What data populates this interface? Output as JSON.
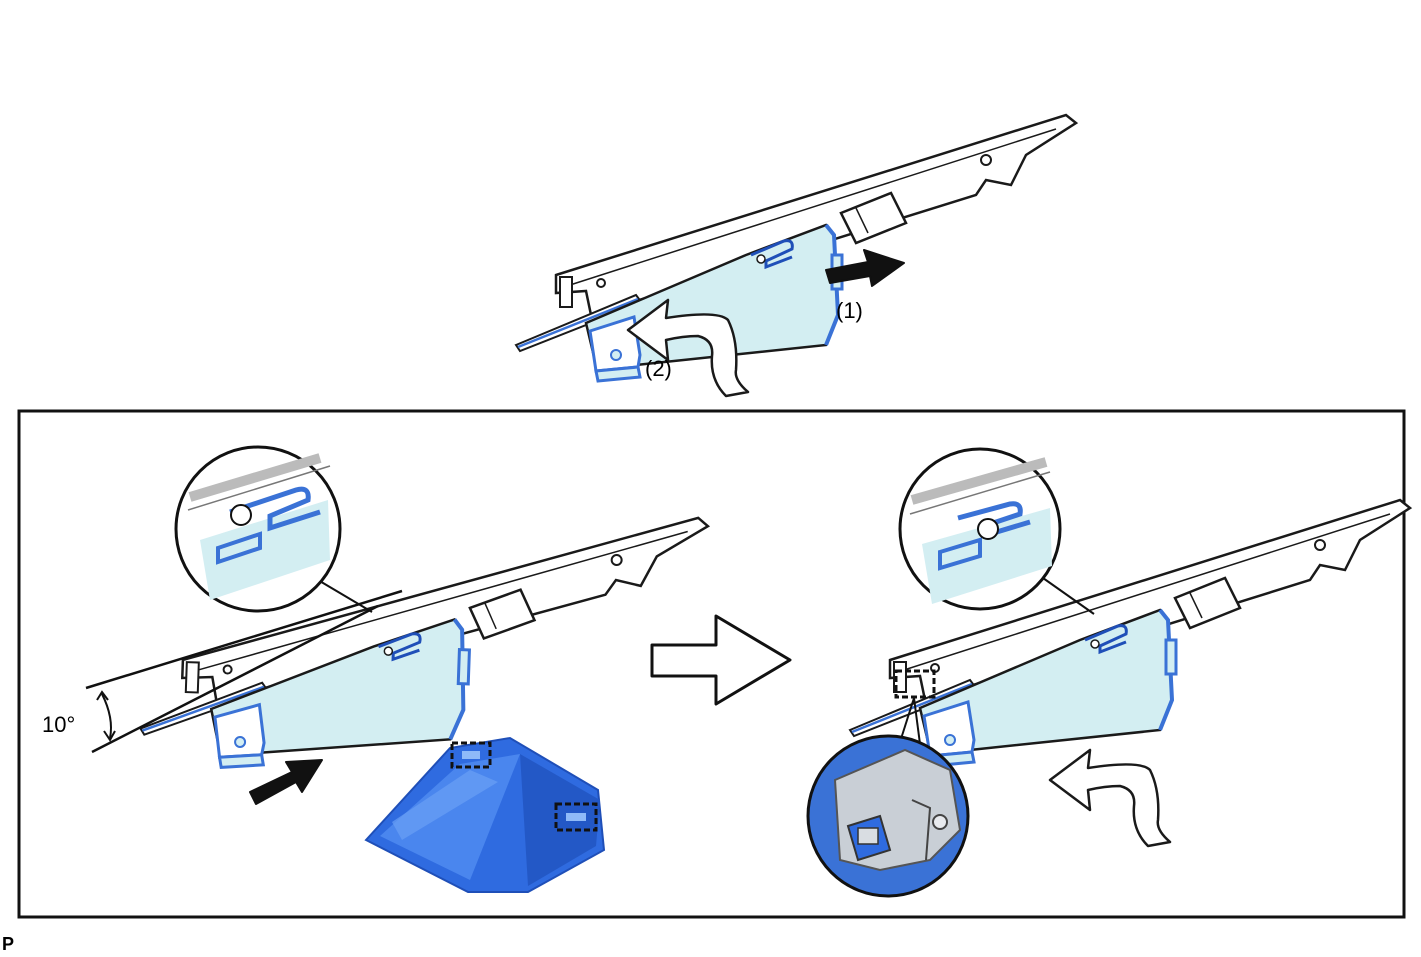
{
  "labels": {
    "step1": "(1)",
    "step2": "(2)",
    "angle": "10°",
    "figure_code": "P"
  },
  "colors": {
    "part_fill": "#d3eef2",
    "bracket_fill": "#ffffff",
    "outline": "#1a1a1a",
    "blue_accent": "#3a72d6",
    "blue_dark": "#1f4fb8",
    "cover_blue": "#2f6be0",
    "arrow_black": "#111111",
    "detail_fill": "#f6f8fa"
  },
  "icons": {
    "push_arrow": "solid-black-arrow",
    "rotate_arrow": "hollow-curved-arrow",
    "next_step_arrow": "hollow-block-arrow",
    "claw_marker": "dashed-rectangle"
  }
}
